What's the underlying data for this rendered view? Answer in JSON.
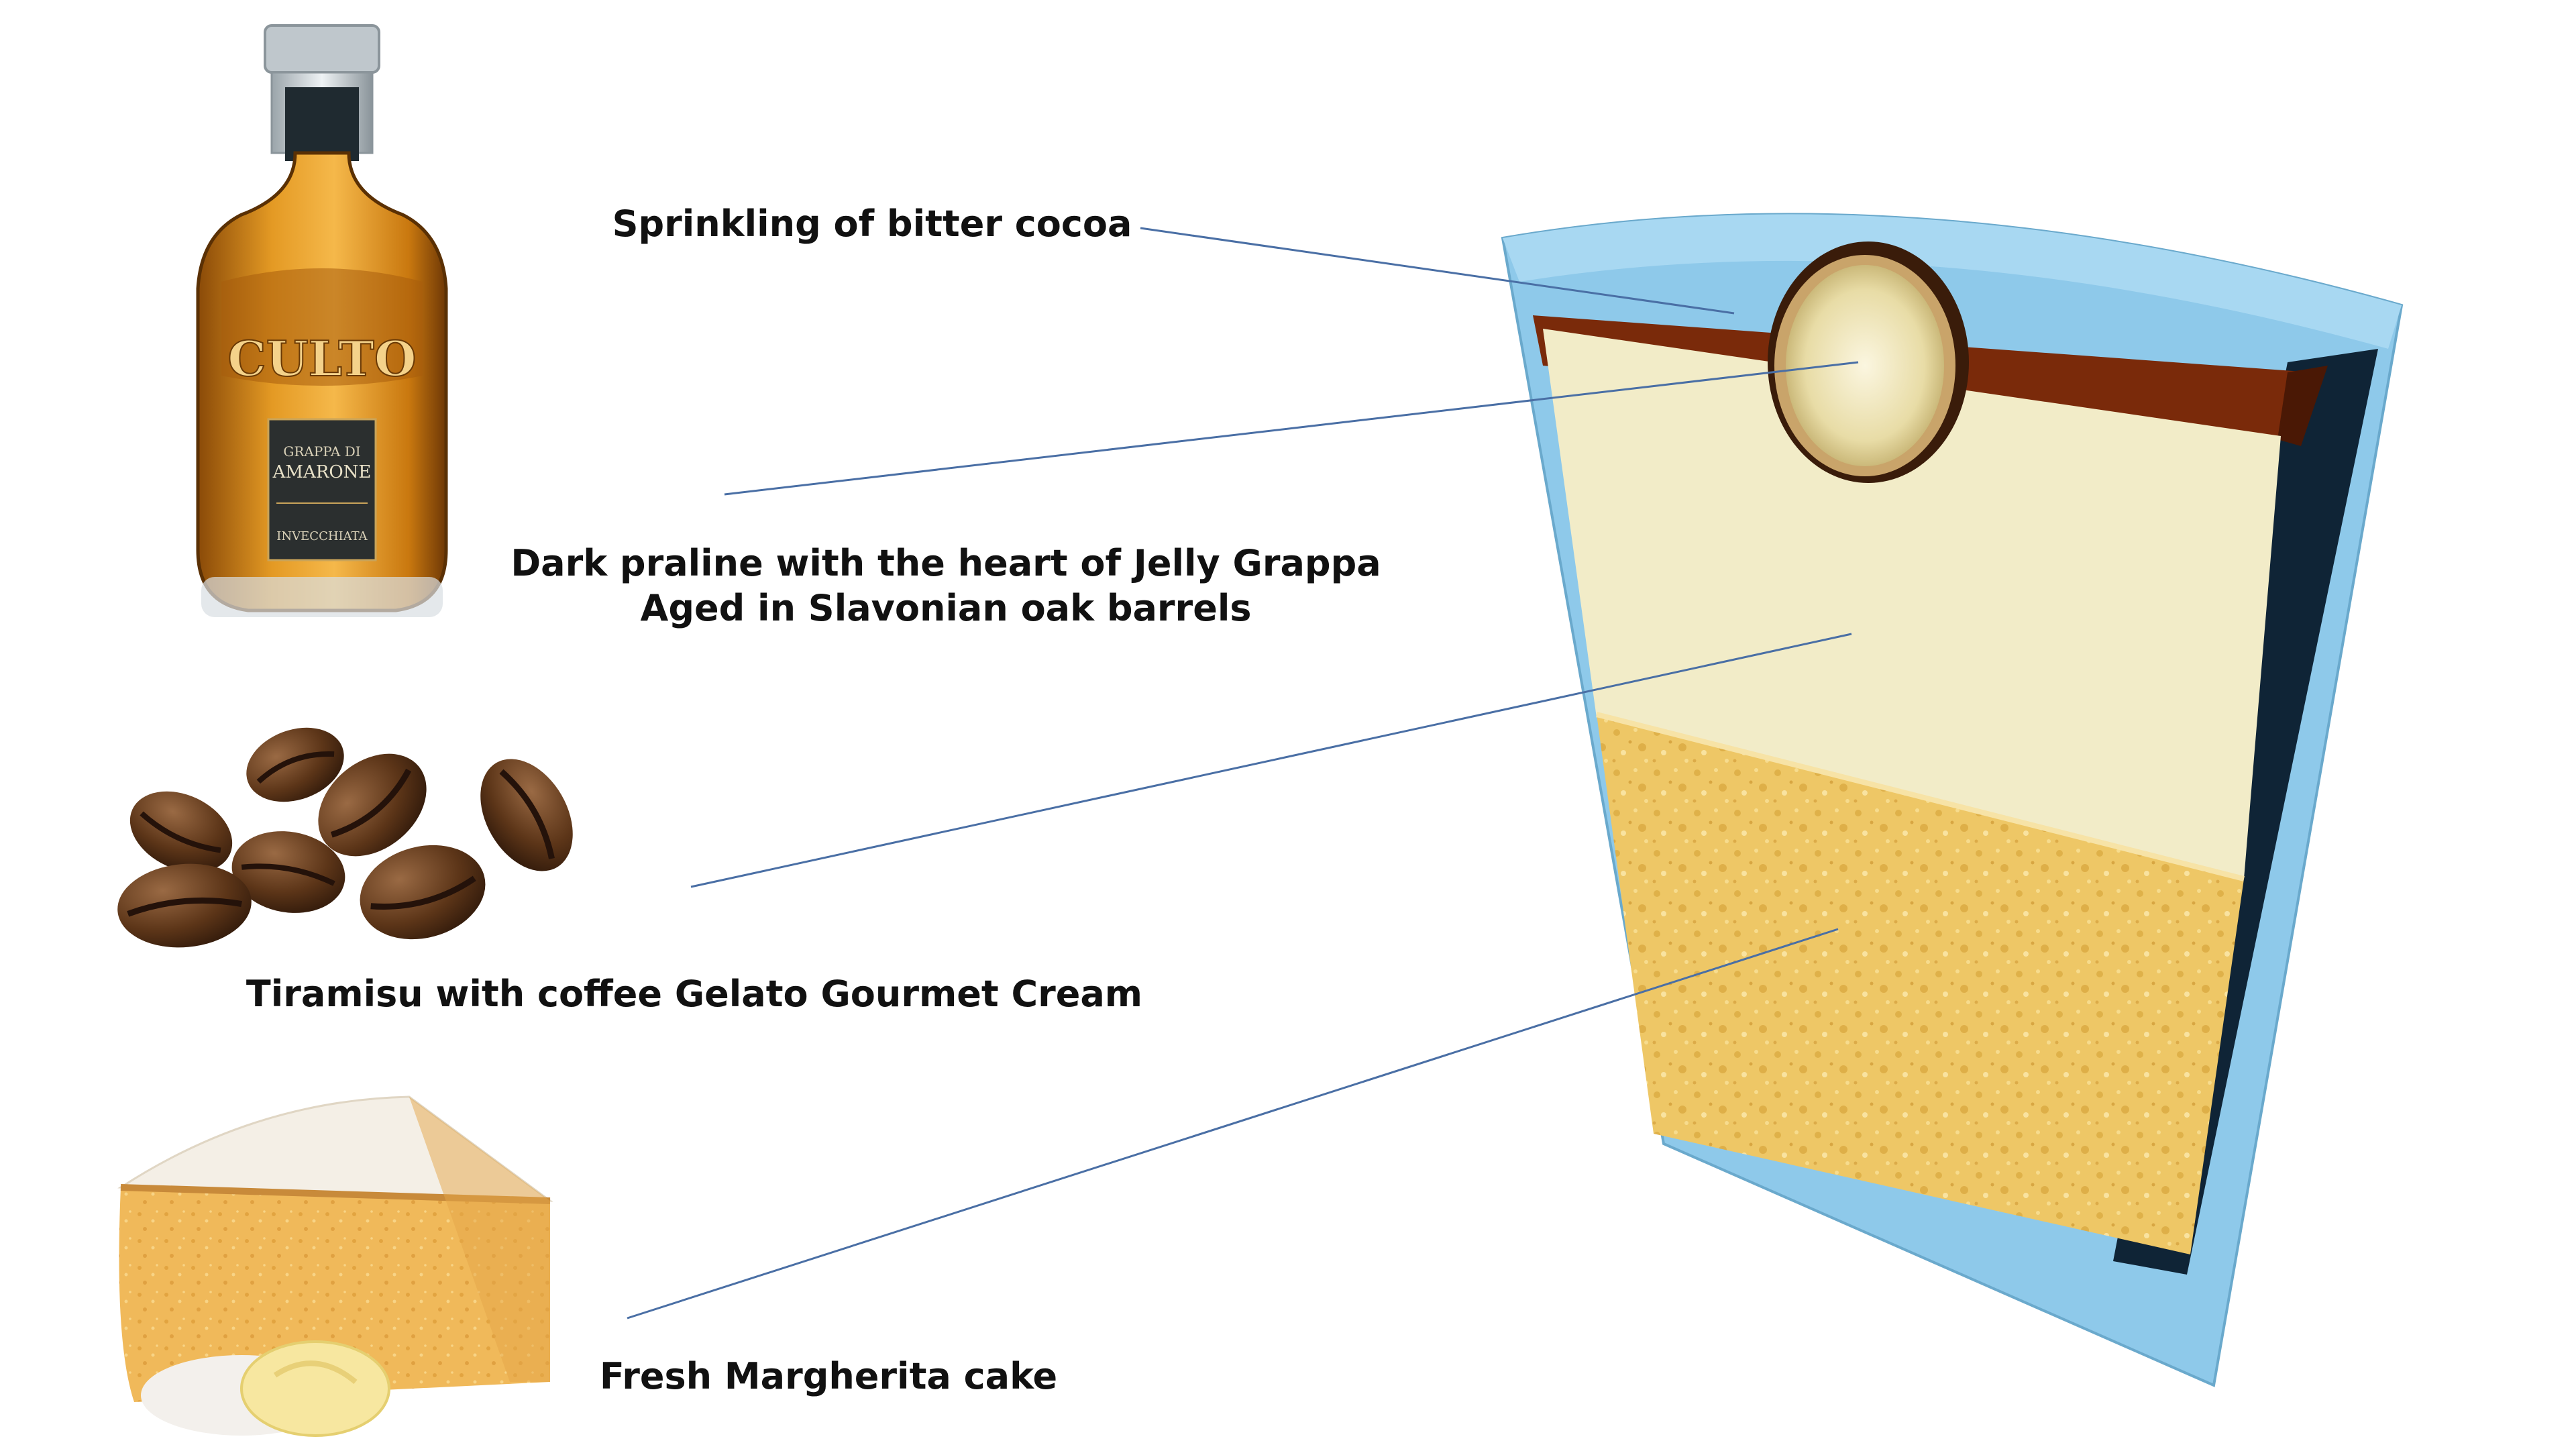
{
  "labels": {
    "cocoa": "Sprinkling of bitter cocoa",
    "praline_line1": "Dark praline with the heart of Jelly Grappa",
    "praline_line2": "Aged in Slavonian oak barrels",
    "tiramisu": "Tiramisu with coffee Gelato Gourmet Cream",
    "cake": "Fresh Margherita cake"
  },
  "bottle": {
    "brand": "CULTO",
    "line1": "GRAPPA DI",
    "line2": "AMARONE",
    "line3": "INVECCHIATA"
  },
  "colors": {
    "glass": "#8ec9ea",
    "cocoa": "#7a2a0a",
    "cream": "#f2ecc8",
    "cake": "#eec766",
    "leader": "#4a6fa5"
  }
}
